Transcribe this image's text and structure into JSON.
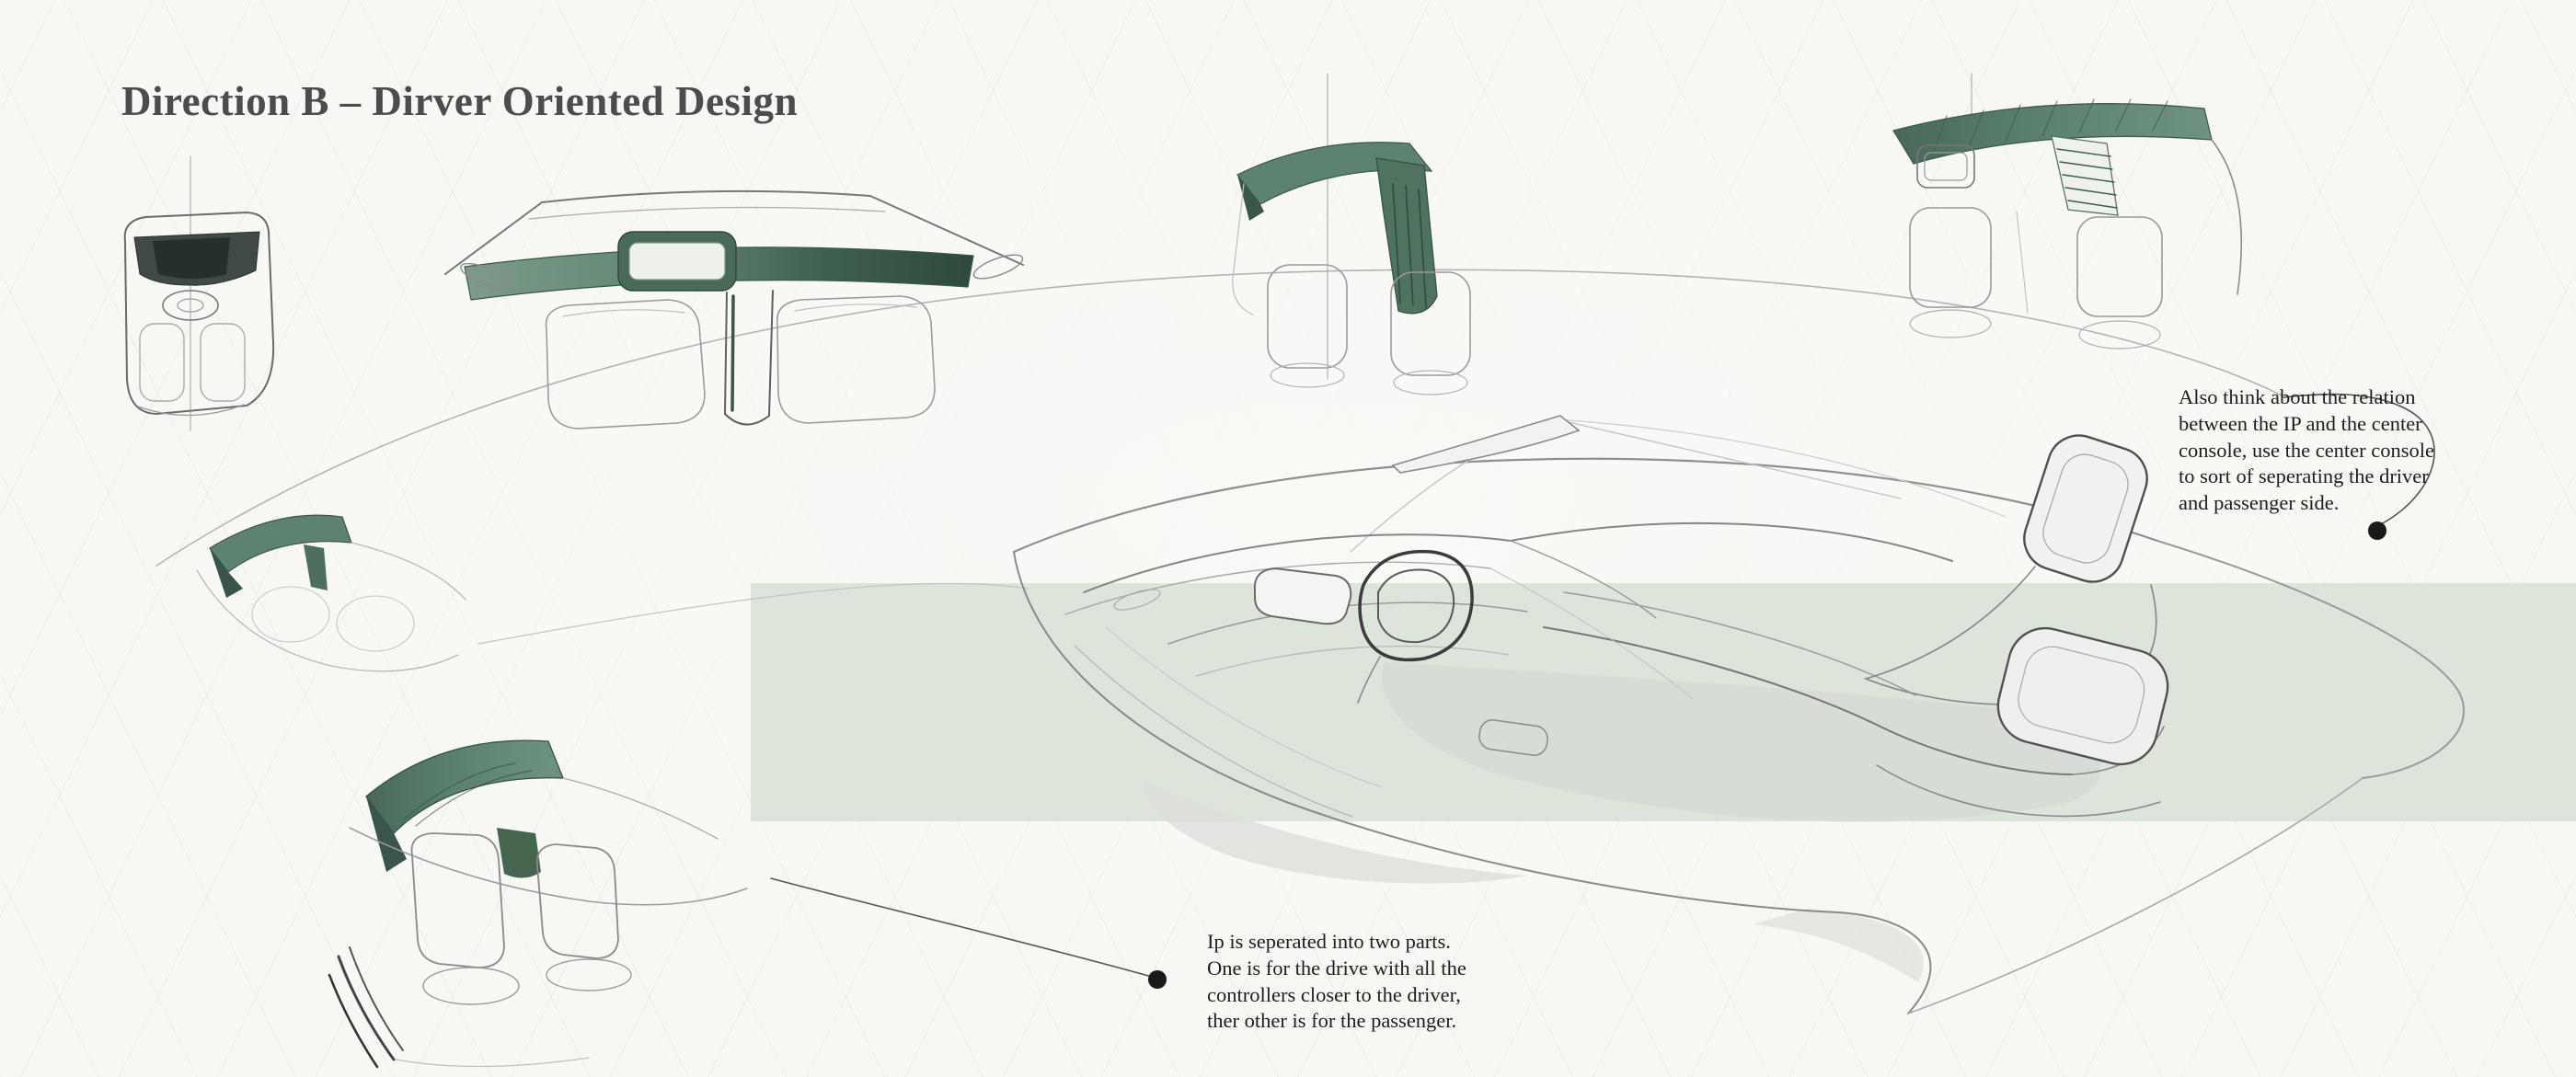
{
  "title": "Direction B – Dirver Oriented Design",
  "annotations": {
    "center_console": {
      "text": "Also think about the relation\nbetween the IP and the center\nconsole, use the center console\nto sort of seperating the driver\nand passenger side."
    },
    "ip_split": {
      "text": "Ip is seperated into two parts.\nOne is for the drive with all the\ncontrollers closer to the driver,\nther other is for the passenger."
    }
  },
  "sketches": [
    {
      "id": "front-view-small",
      "description": "small front-view interior thumbnail with dark canopy"
    },
    {
      "id": "dashboard-wide",
      "description": "wide symmetric dashboard sketch with green IP band and center console"
    },
    {
      "id": "center-stack",
      "description": "interior sketch with green roof band and waterfall center stack"
    },
    {
      "id": "top-right-interior",
      "description": "interior sketch with green header band and louvered console"
    },
    {
      "id": "mid-left-interior",
      "description": "small three-quarter interior sketch with green windshield header"
    },
    {
      "id": "bottom-left-interior",
      "description": "three-quarter interior sketch with green windshield header and seats"
    },
    {
      "id": "main-perspective",
      "description": "large perspective sketch of driver-oriented cockpit with steering wheel, console and seats"
    }
  ],
  "colors": {
    "background": "#f7f7f4",
    "band_green": "#dde4d9",
    "accent_green": "#5d8370",
    "accent_green_dark": "#35523f",
    "title_text": "#4c4c4c",
    "annotation_text": "#1e1e1e",
    "sketch_line": "#8a8a8a",
    "callout_dot": "#1a1a1a"
  }
}
